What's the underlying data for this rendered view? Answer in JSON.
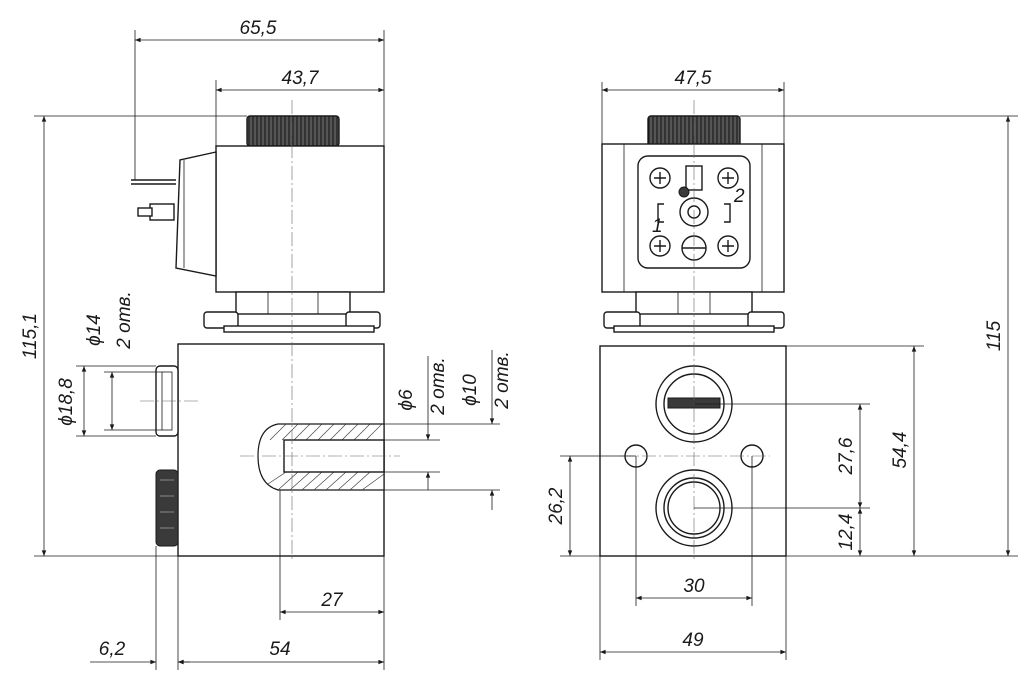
{
  "dimensions": {
    "overall_width": "65,5",
    "coil_width": "43,7",
    "total_height_left": "115,1",
    "port_d14": "ϕ14",
    "port_d14_count": "2 отв.",
    "port_d18_8": "ϕ18,8",
    "hole_d6": "ϕ6",
    "hole_d6_count": "2 отв.",
    "hole_d10": "ϕ10",
    "hole_d10_count": "2 отв.",
    "depth_27": "27",
    "offset_6_2": "6,2",
    "body_width_54": "54",
    "connector_width": "47,5",
    "total_height_right": "115",
    "port_spacing_27_6": "27,6",
    "block_height_54_4": "54,4",
    "bottom_offset_12_4": "12,4",
    "hole_height_26_2": "26,2",
    "hole_spacing_30": "30",
    "block_width_49": "49"
  },
  "connector_pins": {
    "pin1": "1",
    "pin2": "2"
  }
}
